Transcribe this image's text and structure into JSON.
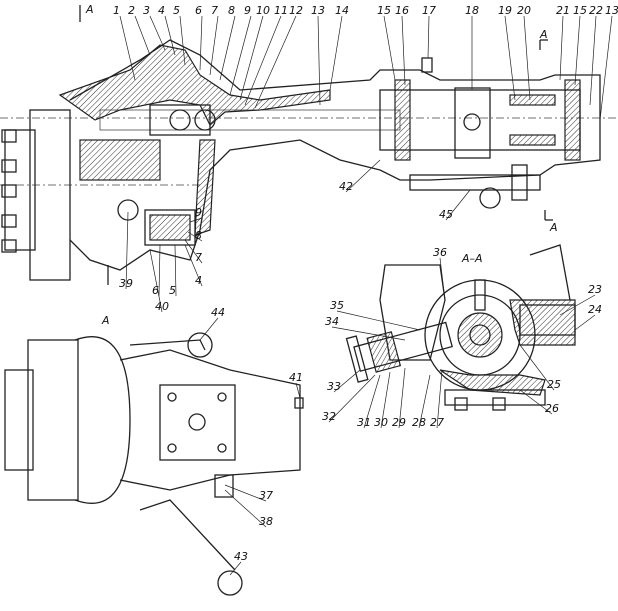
{
  "section_labels": {
    "view_a_top": "A",
    "section_marker_top": "A",
    "section_marker_bottom": "A",
    "section_title": "A–A",
    "view_a_title": "A"
  },
  "callouts": [
    "1",
    "2",
    "3",
    "4",
    "5",
    "6",
    "7",
    "8",
    "9",
    "10",
    "11",
    "12",
    "13",
    "14",
    "15",
    "16",
    "17",
    "18",
    "19",
    "20",
    "21",
    "15",
    "22",
    "13",
    "42",
    "45",
    "9",
    "8",
    "7",
    "4",
    "5",
    "6",
    "39",
    "40",
    "36",
    "35",
    "34",
    "33",
    "32",
    "31",
    "30",
    "29",
    "28",
    "27",
    "26",
    "25",
    "24",
    "23",
    "44",
    "41",
    "37",
    "38",
    "43"
  ]
}
